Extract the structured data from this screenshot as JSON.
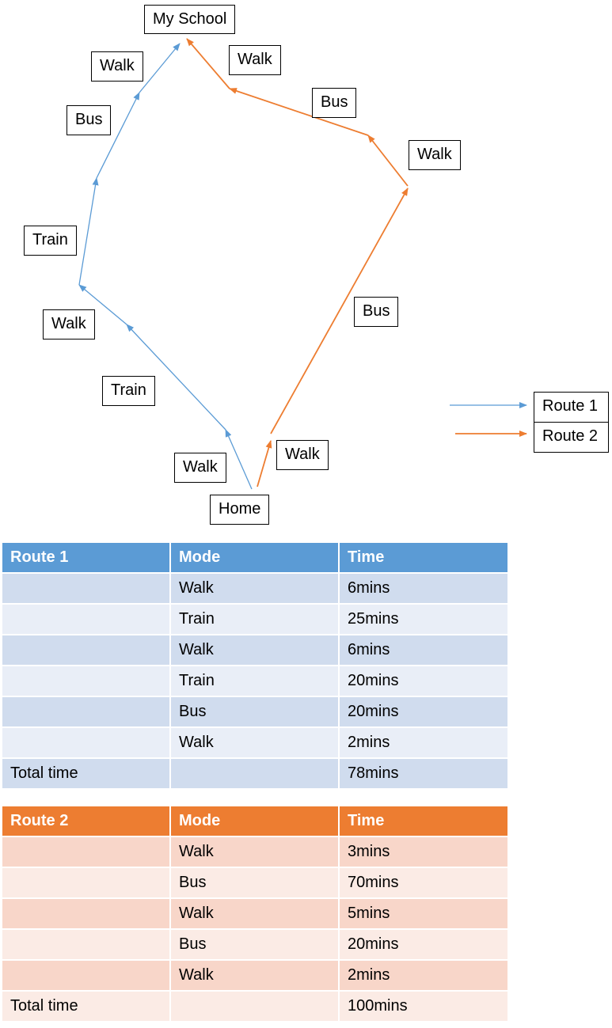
{
  "diagram": {
    "nodes": {
      "school": "My School",
      "home": "Home"
    },
    "route1_labels": [
      "Walk",
      "Train",
      "Walk",
      "Train",
      "Bus",
      "Walk"
    ],
    "route2_labels": [
      "Walk",
      "Bus",
      "Walk",
      "Bus",
      "Walk"
    ],
    "legend": {
      "route1": "Route 1",
      "route2": "Route 2"
    },
    "colors": {
      "route1": "#5b9bd5",
      "route2": "#ed7d31"
    }
  },
  "table1": {
    "headers": [
      "Route 1",
      "Mode",
      "Time"
    ],
    "rows": [
      [
        "",
        "Walk",
        "6mins"
      ],
      [
        "",
        "Train",
        "25mins"
      ],
      [
        "",
        "Walk",
        "6mins"
      ],
      [
        "",
        "Train",
        "20mins"
      ],
      [
        "",
        "Bus",
        "20mins"
      ],
      [
        "",
        "Walk",
        "2mins"
      ],
      [
        "Total time",
        "",
        "78mins"
      ]
    ]
  },
  "table2": {
    "headers": [
      "Route 2",
      "Mode",
      "Time"
    ],
    "rows": [
      [
        "",
        "Walk",
        "3mins"
      ],
      [
        "",
        "Bus",
        "70mins"
      ],
      [
        "",
        "Walk",
        "5mins"
      ],
      [
        "",
        "Bus",
        "20mins"
      ],
      [
        "",
        "Walk",
        "2mins"
      ],
      [
        "Total time",
        "",
        "100mins"
      ]
    ]
  }
}
